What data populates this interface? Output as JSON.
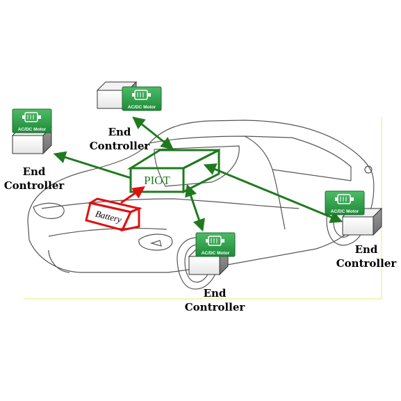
{
  "hub": {
    "label": "PIOT"
  },
  "battery": {
    "label": "Battery"
  },
  "motor_badge": {
    "label": "AC/DC Motor"
  },
  "end_controllers": [
    {
      "line1": "End",
      "line2": "Controller"
    },
    {
      "line1": "End",
      "line2": "Controller"
    },
    {
      "line1": "End",
      "line2": "Controller"
    },
    {
      "line1": "End",
      "line2": "Controller"
    }
  ],
  "colors": {
    "link_green": "#1f7a1f",
    "battery_red": "#e01010",
    "badge_green": "#2e9b48",
    "car_outline": "#555555",
    "frame_yellow": "#f0ea6a"
  }
}
